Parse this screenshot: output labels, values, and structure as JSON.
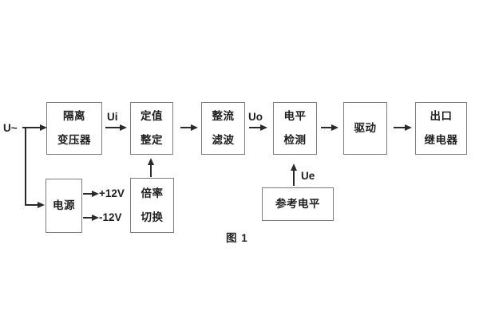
{
  "figure": {
    "caption": "图 1"
  },
  "colors": {
    "background": "#ffffff",
    "box_border": "#7d7d7d",
    "text": "#1f1f1f",
    "line": "#2a2a2a"
  },
  "labels": {
    "input": "U~",
    "ui": "Ui",
    "uo": "Uo",
    "ue": "Ue",
    "plus12": "+12V",
    "minus12": "-12V"
  },
  "blocks": {
    "isolation_transformer": [
      "隔离",
      "变压器"
    ],
    "setting_adjust": [
      "定值",
      "整定"
    ],
    "rectify_filter": [
      "整流",
      "滤波"
    ],
    "level_detect": [
      "电平",
      "检测"
    ],
    "drive": [
      "驱动"
    ],
    "output_relay": [
      "出口",
      "继电器"
    ],
    "power": [
      "电源"
    ],
    "ratio_switch": [
      "倍率",
      "切换"
    ],
    "reference_level": [
      "参考电平"
    ]
  }
}
